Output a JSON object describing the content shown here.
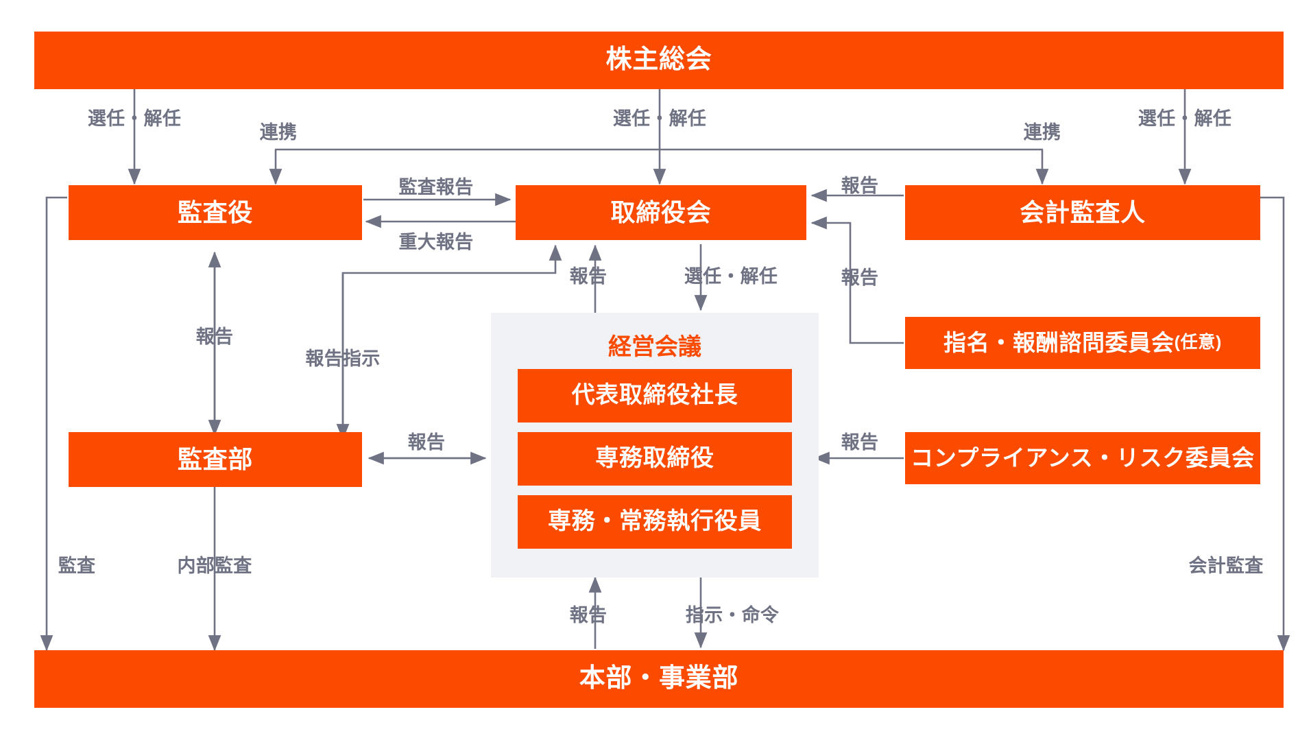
{
  "meta": {
    "title": "コーポレート・ガバナンス体制図",
    "accent_color": "#FA4B00",
    "line_color": "#6E7283",
    "panel_bg": "#F0F2F5",
    "page_bg": "#FFFFFF"
  },
  "nodes": {
    "shareholders_meeting": "株主総会",
    "auditors": "監査役",
    "board_of_directors": "取締役会",
    "accounting_auditor": "会計監査人",
    "audit_department": "監査部",
    "nomination_committee": "指名・報酬諮問委員会",
    "nomination_committee_suffix": "(任意)",
    "compliance_committee": "コンプライアンス・リスク委員会",
    "headquarters_divisions": "本部・事業部"
  },
  "management_panel": {
    "title": "経営会議",
    "members": [
      "代表取締役社長",
      "専務取締役",
      "専務・常務執行役員"
    ]
  },
  "edge_labels": [
    {
      "id": "election-auditors",
      "text": "選任・解任"
    },
    {
      "id": "liaison-left",
      "text": "連携"
    },
    {
      "id": "election-board",
      "text": "選任・解任"
    },
    {
      "id": "liaison-right",
      "text": "連携"
    },
    {
      "id": "election-accounting",
      "text": "選任・解任"
    },
    {
      "id": "audit-report",
      "text": "監査報告"
    },
    {
      "id": "material-report",
      "text": "重大報告"
    },
    {
      "id": "report-accounting-board",
      "text": "報告"
    },
    {
      "id": "report-board-council",
      "text": "報告"
    },
    {
      "id": "election-council",
      "text": "選任・解任"
    },
    {
      "id": "report-committee-board",
      "text": "報告"
    },
    {
      "id": "report-auditors-dept",
      "text": "報告"
    },
    {
      "id": "report-instruction",
      "text": "報告指示"
    },
    {
      "id": "report-dept-council",
      "text": "報告"
    },
    {
      "id": "report-compliance",
      "text": "報告"
    },
    {
      "id": "audit-bottom",
      "text": "監査"
    },
    {
      "id": "internal-audit",
      "text": "内部監査"
    },
    {
      "id": "report-divisions",
      "text": "報告"
    },
    {
      "id": "instruction-order",
      "text": "指示・命令"
    },
    {
      "id": "accounting-audit",
      "text": "会計監査"
    }
  ]
}
